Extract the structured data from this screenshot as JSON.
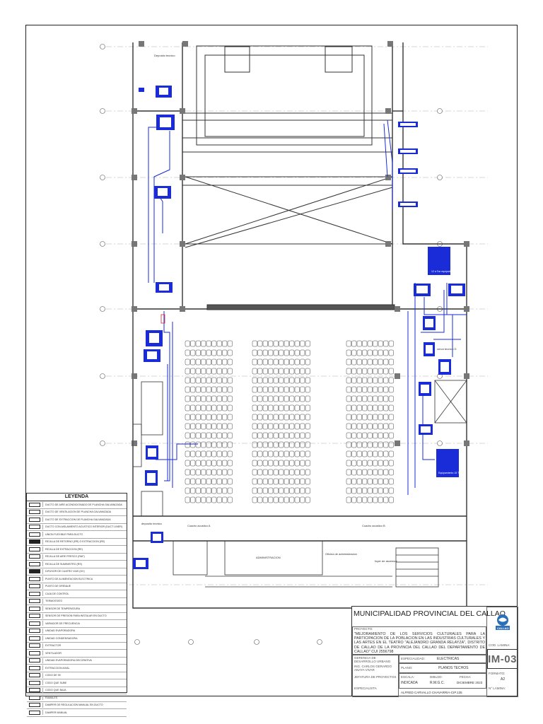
{
  "labels": {
    "deposito_tecnico_top": "Deposito tecnico",
    "deposito_tecnico_bottom": "deposito tecnico",
    "cuadro_acustico_a": "Cuadro acustico A",
    "cuadro_acustico_b": "Cuadro acustico B",
    "administracion": "ADMINISTRACION",
    "oficina_administracion": "Oficina de administracion",
    "fondo_ascensor": "foyer de ascensor",
    "equipo_1": "12 a Ton equipado",
    "equipo_2": "Equipamiento 15 Ton",
    "cerca_label": "cerca tecnico D"
  },
  "legend": {
    "title": "LEYENDA",
    "items": [
      {
        "icon": "duct-rect-icon",
        "text": "DUCTO DE AIRE ACONDICIONADO DE PLANCHA GALVANIZADA"
      },
      {
        "icon": "duct-rect-icon",
        "text": "DUCTO DE VENTILACION DE PLANCHA GALVANIZADA"
      },
      {
        "icon": "duct-rect-icon",
        "text": "DUCTO DE EXTRACCION DE PLANCHA GALVANIZADA"
      },
      {
        "icon": "duct-insulated-icon",
        "text": "DUCTO CON AISLAMIENTO ACUSTICO INTERIOR (DUCT LINER)"
      },
      {
        "icon": "flex-joint-icon",
        "text": "UNION FLEXIBLE PARA DUCTO"
      },
      {
        "icon": "diffuser-square-icon",
        "text": "REJILLA DE RETORNO (RR) O EXTRACCION (RE)"
      },
      {
        "icon": "grille-icon",
        "text": "REJILLA DE EXTRACCION (RE)"
      },
      {
        "icon": "grille-icon",
        "text": "REJILLA DE AIRE FRESCO (RAF)"
      },
      {
        "icon": "grille-icon",
        "text": "REJILLA DE SUMINISTRO (RS)"
      },
      {
        "icon": "diffuser-cone-icon",
        "text": "DIFUSOR DE CUATRO VIAS (DV)"
      },
      {
        "icon": "triangle-icon",
        "text": "PUNTO DE ALIMENTACION ELECTRICA"
      },
      {
        "icon": "dot-icon",
        "text": "PUNTO DE DRENAJE"
      },
      {
        "icon": "box-icon",
        "text": "CAJA DE CONTROL"
      },
      {
        "icon": "thermostat-icon",
        "text": "TERMOSTATO"
      },
      {
        "icon": "sensor-icon",
        "text": "SENSOR DE TEMPERATURA"
      },
      {
        "icon": "pressure-icon",
        "text": "SENSOR DE PRESION PARA INSTALAR EN DUCTO"
      },
      {
        "icon": "vfd-icon",
        "text": "VARIADOR DE FRECUENCIA"
      },
      {
        "icon": "ue-icon",
        "text": "UNIDAD EVAPORADORA"
      },
      {
        "icon": "uc-icon",
        "text": "UNIDAD CONDENSADORA"
      },
      {
        "icon": "dollar-icon",
        "text": "EXTRACTOR"
      },
      {
        "icon": "v-icon",
        "text": "VENTILADOR"
      },
      {
        "icon": "ued-icon",
        "text": "UNIDAD EVAPORADORA DECORATIVA"
      },
      {
        "icon": "ea-icon",
        "text": "EXTRACCION AXIAL"
      },
      {
        "icon": "elbow-icon",
        "text": "CODO DE 90"
      },
      {
        "icon": "line-arrow-icon",
        "text": "CODO QUE SUBE"
      },
      {
        "icon": "line-arrow-icon",
        "text": "CODO QUE BAJA"
      },
      {
        "icon": "branch-icon",
        "text": "RAMALES"
      },
      {
        "icon": "damper-icon",
        "text": "DAMPER DE REGULACION MANUAL EN DUCTO"
      },
      {
        "icon": "damper-icon",
        "text": "DAMPER MANUAL"
      }
    ]
  },
  "title_block": {
    "organization": "MUNICIPALIDAD PROVINCIAL DEL CALLAO",
    "project_label": "PROYECTO:",
    "project_text": "\"MEJORAMIENTO DE LOS SERVICIOS CULTURALES PARA LA PARTICIPACION DE LA POBLACION EN LAS INDUSTRIAS CULTURALES Y LAS ARTES EN EL TEATRO \"ALEJANDRO GRANDA RELAYZA\", DISTRITO DE CALLAO DE LA PROVINCIA DEL CALLAO DEL DEPARTAMENTO DE CALLAO\" CUI 2556798",
    "gerencia_label": "GERENCIA DE DESARROLLO URBANO",
    "gerencia_names": "ING. CARLOS GERARDO ANAYA VIVAR",
    "jefatura_label": "JEFATURA DE PROYECTOS",
    "especialista_label": "ESPECIALISTA",
    "especialidad_label": "ESPECIALIDAD:",
    "especialidad_value": "ELECTRICAS",
    "plano_label": "PLANO:",
    "plano_value": "PLANOS TECHOS",
    "escala_label": "ESCALA:",
    "escala_value": "INDICADA",
    "dibujo_label": "DIBUJO:",
    "dibujo_value": "R.M.G.C.",
    "fecha_label": "FECHA:",
    "fecha_value": "DICIEMBRE 2023",
    "arquitecto": "ALFRED CARVALLO CHAVARRIA-CIP.135",
    "logo_text": "CALLAO",
    "cod_label": "COD. LAMINA:",
    "code": "IM-03",
    "formato_label": "FORMATO:",
    "formato_value": "A2",
    "lamina_label": "N° LAMINA:"
  }
}
